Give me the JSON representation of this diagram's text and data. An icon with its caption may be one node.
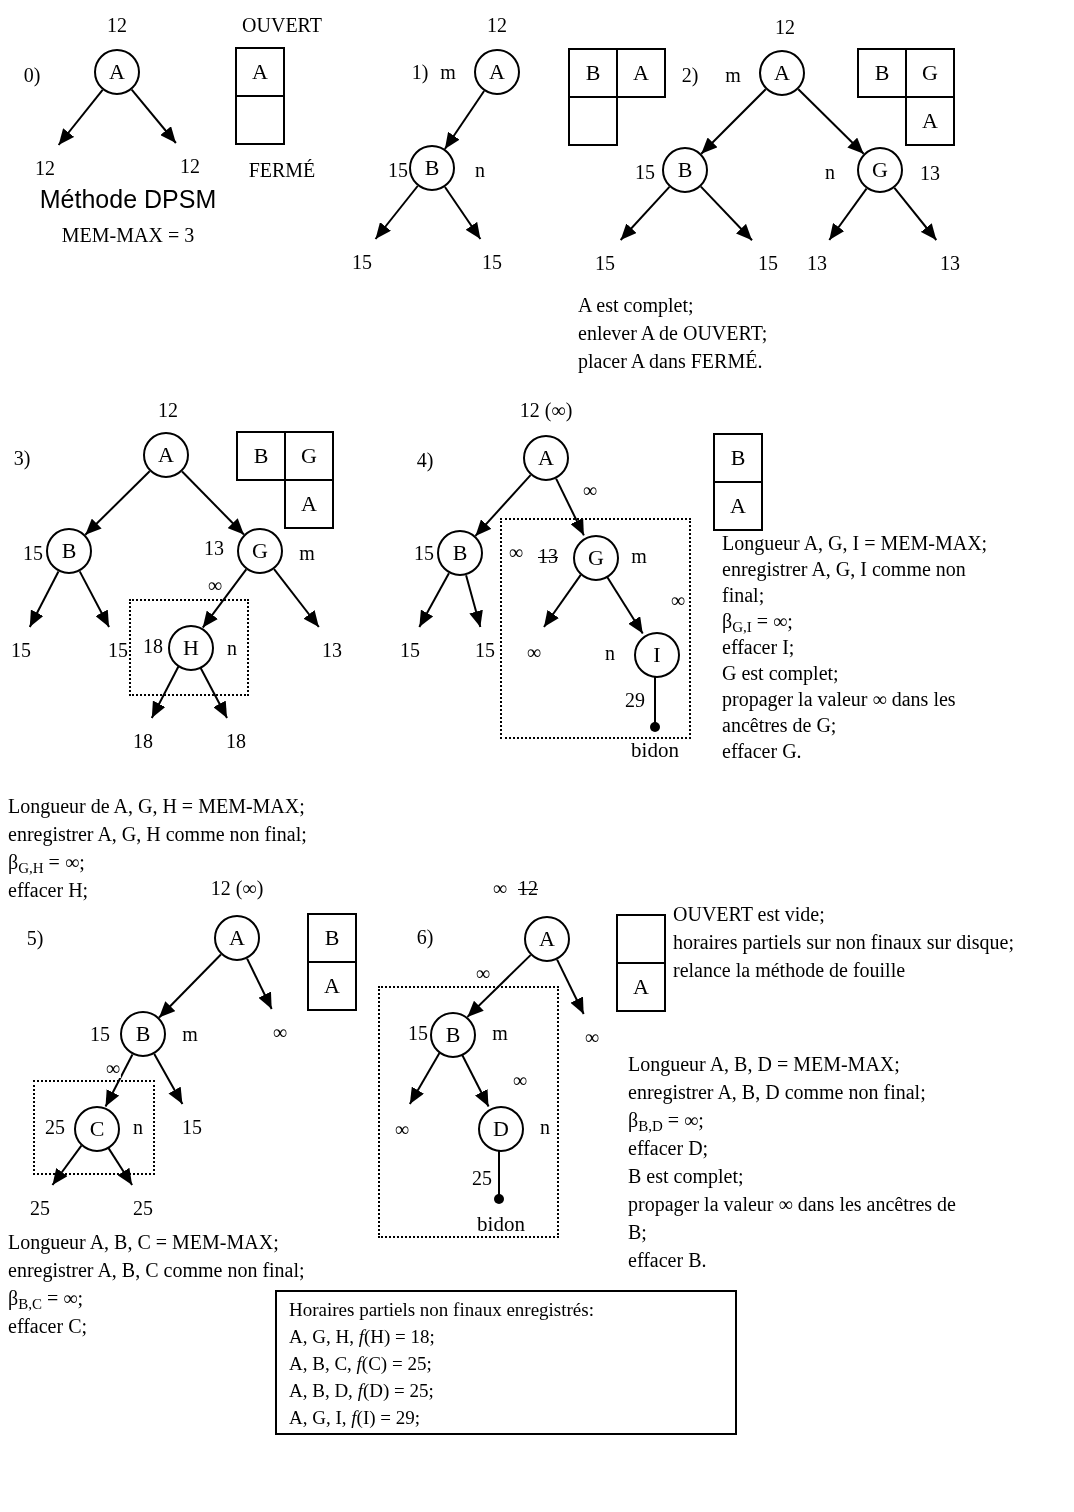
{
  "diagram": {
    "nodes": [
      {
        "text": [
          "A"
        ],
        "beside": [
          "12"
        ]
      },
      {
        "text": [
          "12"
        ]
      },
      {
        "text": [
          "12"
        ]
      },
      {
        "text": [
          "A"
        ]
      },
      {
        "text": [],
        "shape": "box"
      },
      {
        "text": [
          "A"
        ],
        "beside": [
          "12",
          "m"
        ]
      },
      {
        "text": [
          "B"
        ],
        "beside": [
          "15",
          "n"
        ]
      },
      {
        "text": [
          "15"
        ]
      },
      {
        "text": [
          "15"
        ]
      },
      {
        "text": [
          "B"
        ]
      },
      {
        "text": [
          "A"
        ]
      },
      {
        "text": [],
        "shape": "box"
      },
      {
        "text": [
          "A"
        ],
        "beside": [
          "12",
          "m"
        ]
      },
      {
        "text": [
          "B"
        ],
        "beside": [
          "15"
        ]
      },
      {
        "text": [
          "G"
        ],
        "beside": [
          "n",
          "13"
        ]
      },
      {
        "text": [
          "15"
        ]
      },
      {
        "text": [
          "15"
        ]
      },
      {
        "text": [
          "13"
        ]
      },
      {
        "text": [
          "13"
        ]
      },
      {
        "text": [
          "B"
        ]
      },
      {
        "text": [
          "G"
        ]
      },
      {
        "text": [
          "A"
        ]
      },
      {
        "text": [
          "A"
        ],
        "beside": [
          "12"
        ]
      },
      {
        "text": [
          "B"
        ]
      },
      {
        "text": [
          "G"
        ]
      },
      {
        "text": [
          "A"
        ]
      },
      {
        "text": [
          "B"
        ],
        "beside": [
          "15"
        ]
      },
      {
        "text": [
          "G"
        ],
        "beside": [
          "13",
          "m"
        ]
      },
      {
        "text": [],
        "shape": "box"
      },
      {
        "text": [
          "H"
        ],
        "in": 28,
        "beside": [
          "18",
          "n"
        ]
      },
      {
        "text": [
          "15"
        ]
      },
      {
        "text": [
          "15"
        ]
      },
      {
        "text": [
          "13"
        ]
      },
      {
        "text": [
          "18"
        ]
      },
      {
        "text": [
          "18"
        ]
      },
      {
        "text": [
          "A"
        ],
        "beside": [
          "12 (∞)"
        ]
      },
      {
        "text": [
          "B"
        ]
      },
      {
        "text": [
          "A"
        ]
      },
      {
        "text": [
          "B"
        ],
        "beside": [
          "15"
        ]
      },
      {
        "text": [],
        "shape": "box"
      },
      {
        "text": [
          "G"
        ],
        "in": 39,
        "beside": [
          "∞",
          "13",
          "m"
        ]
      },
      {
        "text": [
          "15"
        ]
      },
      {
        "text": [
          "15"
        ]
      },
      {
        "text": [
          "∞"
        ],
        "in": 39
      },
      {
        "text": [
          "I"
        ],
        "in": 39,
        "beside": [
          "n"
        ]
      },
      {
        "text": [
          "bidon"
        ]
      },
      {
        "text": [
          "A"
        ],
        "beside": [
          "12 (∞)"
        ]
      },
      {
        "text": [
          "B"
        ]
      },
      {
        "text": [
          "A"
        ]
      },
      {
        "text": [
          "B"
        ],
        "beside": [
          "15",
          "m"
        ]
      },
      {
        "text": [
          "∞"
        ]
      },
      {
        "text": [],
        "shape": "box"
      },
      {
        "text": [
          "C"
        ],
        "in": 51,
        "beside": [
          "25",
          "n"
        ]
      },
      {
        "text": [
          "15"
        ]
      },
      {
        "text": [
          "25"
        ]
      },
      {
        "text": [
          "25"
        ]
      },
      {
        "text": [
          "A"
        ],
        "beside": [
          "∞",
          "12"
        ]
      },
      {
        "text": [],
        "shape": "box"
      },
      {
        "text": [
          "A"
        ]
      },
      {
        "text": [],
        "shape": "box"
      },
      {
        "text": [
          "B"
        ],
        "in": 59,
        "beside": [
          "15",
          "m"
        ]
      },
      {
        "text": [
          "∞"
        ]
      },
      {
        "text": [
          "∞"
        ],
        "in": 59
      },
      {
        "text": [
          "D"
        ],
        "in": 59,
        "beside": [
          "n"
        ]
      },
      {
        "text": [
          "bidon"
        ],
        "in": 59
      },
      {
        "text": [
          "Horaires partiels non finaux enregistrés:",
          "A, G, H, *f*(H) = 18;",
          "A, B, C, *f*(C) = 25;",
          "A, B, D, *f*(D) = 25;",
          "A, G, I, *f*(I) = 29;"
        ]
      }
    ],
    "edges": [
      {
        "from": 0,
        "to": 1,
        "arrow": "to"
      },
      {
        "from": 0,
        "to": 2,
        "arrow": "to"
      },
      {
        "from": 5,
        "to": 6,
        "arrow": "to"
      },
      {
        "from": 6,
        "to": 7,
        "arrow": "to"
      },
      {
        "from": 6,
        "to": 8,
        "arrow": "to"
      },
      {
        "from": 12,
        "to": 13,
        "arrow": "to"
      },
      {
        "from": 12,
        "to": 14,
        "arrow": "to"
      },
      {
        "from": 13,
        "to": 15,
        "arrow": "to"
      },
      {
        "from": 13,
        "to": 16,
        "arrow": "to"
      },
      {
        "from": 14,
        "to": 17,
        "arrow": "to"
      },
      {
        "from": 14,
        "to": 18,
        "arrow": "to"
      },
      {
        "from": 22,
        "to": 26,
        "arrow": "to"
      },
      {
        "from": 22,
        "to": 27,
        "arrow": "to"
      },
      {
        "from": 26,
        "to": 30,
        "arrow": "to"
      },
      {
        "from": 26,
        "to": 31,
        "arrow": "to"
      },
      {
        "from": 27,
        "to": 29,
        "arrow": "to",
        "label": "∞"
      },
      {
        "from": 27,
        "to": 32,
        "arrow": "to"
      },
      {
        "from": 29,
        "to": 33,
        "arrow": "to"
      },
      {
        "from": 29,
        "to": 34,
        "arrow": "to"
      },
      {
        "from": 35,
        "to": 38,
        "arrow": "to"
      },
      {
        "from": 35,
        "to": 40,
        "arrow": "to",
        "label": "∞"
      },
      {
        "from": 38,
        "to": 41,
        "arrow": "to"
      },
      {
        "from": 38,
        "to": 42,
        "arrow": "to"
      },
      {
        "from": 40,
        "to": 43,
        "arrow": "to"
      },
      {
        "from": 40,
        "to": 44,
        "arrow": "to",
        "label": "∞"
      },
      {
        "from": 44,
        "to": 45,
        "arrow": "other",
        "label": "29"
      },
      {
        "from": 46,
        "to": 49,
        "arrow": "to"
      },
      {
        "from": 46,
        "to": 50,
        "arrow": "to"
      },
      {
        "from": 49,
        "to": 52,
        "arrow": "to",
        "label": "∞"
      },
      {
        "from": 49,
        "to": 53,
        "arrow": "to"
      },
      {
        "from": 52,
        "to": 54,
        "arrow": "to"
      },
      {
        "from": 52,
        "to": 55,
        "arrow": "to"
      },
      {
        "from": 56,
        "to": 60,
        "arrow": "to",
        "label": "∞"
      },
      {
        "from": 56,
        "to": 61,
        "arrow": "to"
      },
      {
        "from": 60,
        "to": 62,
        "arrow": "to"
      },
      {
        "from": 60,
        "to": 63,
        "arrow": "to",
        "label": "∞"
      },
      {
        "from": 63,
        "to": 64,
        "arrow": "other",
        "label": "25"
      }
    ],
    "labels": [
      "0)",
      "OUVERT",
      "FERMÉ",
      "Méthode DPSM",
      "MEM-MAX = 3",
      "1)",
      "2)",
      "A est complet;",
      "enlever A de OUVERT;",
      "placer A dans FERMÉ.",
      "3)",
      "4)",
      "Longueur A, G, I = MEM-MAX;",
      "enregistrer A, G, I comme non final;",
      "β$_{G,I}$ = ∞;",
      "effacer I;",
      "G est complet;",
      "propager la valeur ∞ dans les ancêtres de G;",
      "effacer G.",
      "Longueur de A, G, H = MEM-MAX;",
      "enregistrer A, G, H comme non final;",
      "β$_{G,H}$ = ∞;",
      "effacer H;",
      "5)",
      "6)",
      "OUVERT est vide;",
      "horaires partiels sur non finaux sur disque;",
      "relance la méthode de fouille",
      "Longueur A, B, D = MEM-MAX;",
      "enregistrer A, B, D comme non final;",
      "β$_{B,D}$ = ∞;",
      "effacer D;",
      "B est complet;",
      "propager la valeur ∞ dans les ancêtres de B;",
      "effacer B.",
      "Longueur A, B, C = MEM-MAX;",
      "enregistrer A, B, C comme non final;",
      "β$_{B,C}$ = ∞;",
      "effacer C;"
    ]
  }
}
